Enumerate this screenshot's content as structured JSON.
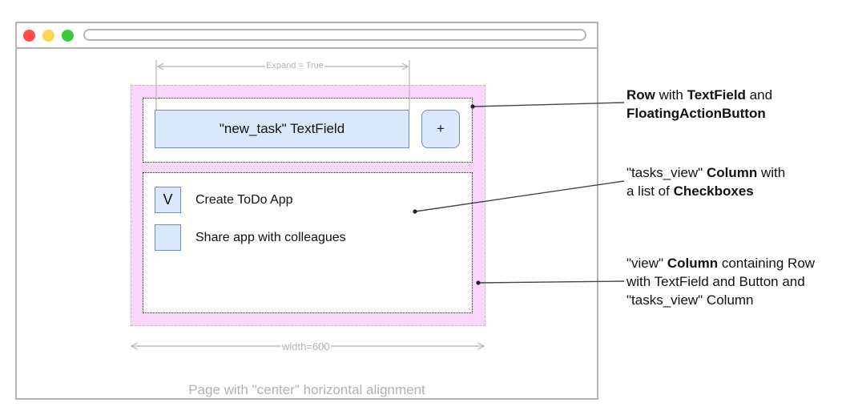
{
  "page_caption": "Page with \"center\" horizontal alignment",
  "dimensions": {
    "expand_label": "Expand = True",
    "width_label": "width=600"
  },
  "window_dots": {
    "close_color": "#ff4a4a",
    "minimize_color": "#ffd54a",
    "maximize_color": "#3cc93c"
  },
  "row": {
    "textfield_label": "\"new_task\" TextField",
    "fab_label": "+"
  },
  "tasks": [
    {
      "check": "V",
      "label": "Create ToDo App"
    },
    {
      "check": "",
      "label": "Share app with colleagues"
    }
  ],
  "annotations": {
    "row": {
      "line1_bold": "Row",
      "line1_text": " with ",
      "line1_bold2": "TextField",
      "line1_tail": " and",
      "line2_bold": "FloatingActionButton"
    },
    "tasks_view": {
      "line1_text": "\"tasks_view\" ",
      "line1_bold": "Column",
      "line1_tail": " with",
      "line2_text": "a list of ",
      "line2_bold": "Checkboxes"
    },
    "view": {
      "line1_text": "\"view\" ",
      "line1_bold": "Column",
      "line1_tail": " containing Row",
      "line2_text": "with TextField and Button and",
      "line3_text": "\"tasks_view\" Column"
    }
  },
  "colors": {
    "view_column_fill": "#fbd8fb",
    "control_fill": "#dae8fc",
    "control_border": "#6c8ebf",
    "frame_gray": "#b5b5b5"
  }
}
